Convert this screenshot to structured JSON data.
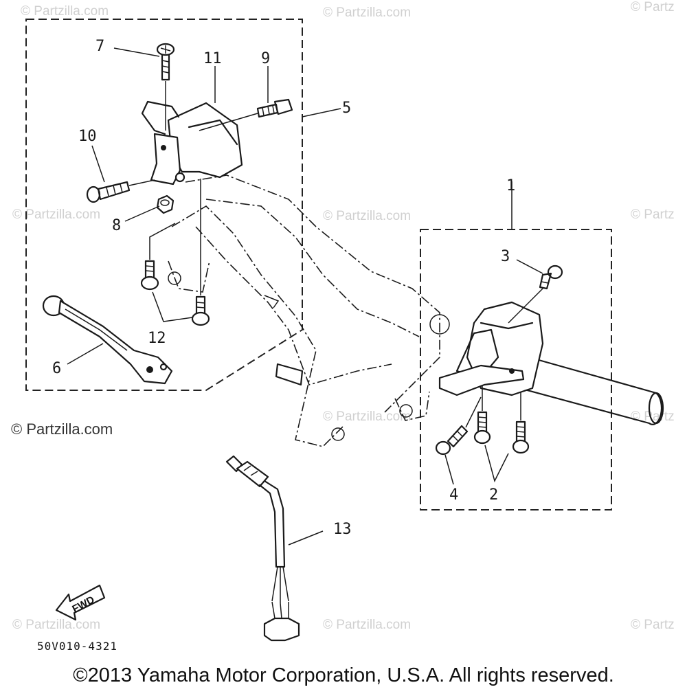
{
  "watermarks": {
    "small": "© Partzilla.com",
    "small_cut": "© Partz",
    "prominent": "© Partzilla.com"
  },
  "callouts": {
    "c1": "1",
    "c2": "2",
    "c3": "3",
    "c4": "4",
    "c5": "5",
    "c6": "6",
    "c7": "7",
    "c8": "8",
    "c9": "9",
    "c10": "10",
    "c11": "11",
    "c12": "12",
    "c13": "13"
  },
  "fwd_label": "FWD",
  "diagram_code": "50V010-4321",
  "copyright": "©2013 Yamaha Motor Corporation, U.S.A. All rights reserved."
}
